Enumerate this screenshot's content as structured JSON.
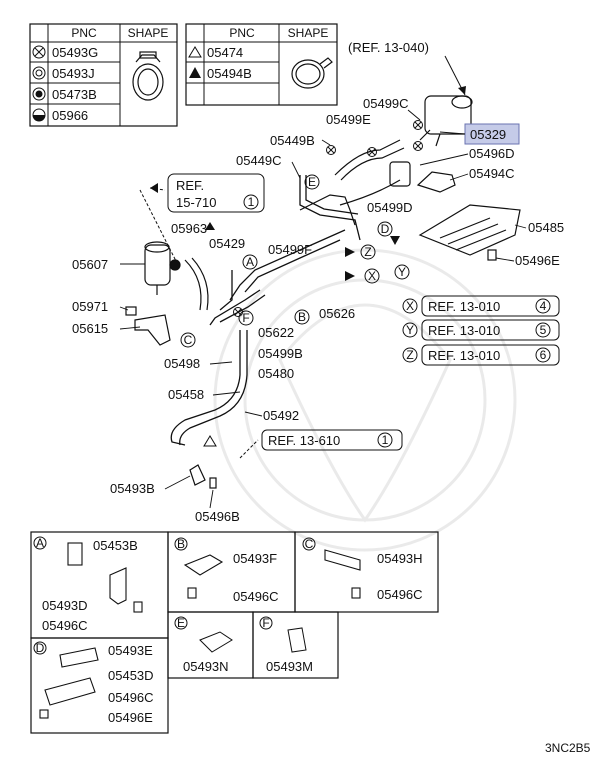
{
  "legend_table_1": {
    "headers": {
      "pnc": "PNC",
      "shape": "SHAPE"
    },
    "rows": [
      {
        "symbol": "circle-x",
        "pnc": "05493G"
      },
      {
        "symbol": "double-circle",
        "pnc": "05493J"
      },
      {
        "symbol": "filled-dot-circle",
        "pnc": "05473B"
      },
      {
        "symbol": "half-filled-circle",
        "pnc": "05966"
      }
    ]
  },
  "legend_table_2": {
    "headers": {
      "pnc": "PNC",
      "shape": "SHAPE"
    },
    "rows": [
      {
        "symbol": "open-triangle",
        "pnc": "05474"
      },
      {
        "symbol": "filled-triangle",
        "pnc": "05494B"
      }
    ]
  },
  "refs": {
    "r13_040": "(REF. 13-040)",
    "r15_710_a": "REF.",
    "r15_710_b": "15-710",
    "r15_710_n": "1",
    "r13_610": "REF. 13-610",
    "r13_610_n": "1"
  },
  "ref_list": [
    {
      "letter": "X",
      "text": "REF. 13-010",
      "num": "4"
    },
    {
      "letter": "Y",
      "text": "REF. 13-010",
      "num": "5"
    },
    {
      "letter": "Z",
      "text": "REF. 13-010",
      "num": "6"
    }
  ],
  "parts": {
    "p05499C": "05499C",
    "p05329": "05329",
    "p05449B": "05449B",
    "p05499E": "05499E",
    "p05496D": "05496D",
    "p05449C": "05449C",
    "p05494C": "05494C",
    "p05499D": "05499D",
    "p05485": "05485",
    "p05963": "05963",
    "p05429": "05429",
    "p05607": "05607",
    "p05499F": "05499F",
    "p05496E": "05496E",
    "p05971": "05971",
    "p05626": "05626",
    "p05615": "05615",
    "p05622": "05622",
    "p05498": "05498",
    "p05499B": "05499B",
    "p05480": "05480",
    "p05458": "05458",
    "p05492": "05492",
    "p05493B": "05493B",
    "p05496B": "05496B"
  },
  "callouts": {
    "E": "E",
    "D": "D",
    "Z": "Z",
    "X": "X",
    "Y": "Y",
    "A": "A",
    "F": "F",
    "B": "B",
    "C": "C"
  },
  "detail_panels": {
    "A": {
      "letter": "A",
      "labels": [
        "05453B",
        "05493D",
        "05496C"
      ]
    },
    "B": {
      "letter": "B",
      "labels": [
        "05493F",
        "05496C"
      ]
    },
    "C": {
      "letter": "C",
      "labels": [
        "05493H",
        "05496C"
      ]
    },
    "D": {
      "letter": "D",
      "labels": [
        "05493E",
        "05453D",
        "05496C",
        "05496E"
      ]
    },
    "E": {
      "letter": "E",
      "labels": [
        "05493N"
      ]
    },
    "F": {
      "letter": "F",
      "labels": [
        "05493M"
      ]
    }
  },
  "diagram_code": "3NC2B5",
  "colors": {
    "highlight": "#c5cbe8",
    "line": "#111111"
  }
}
